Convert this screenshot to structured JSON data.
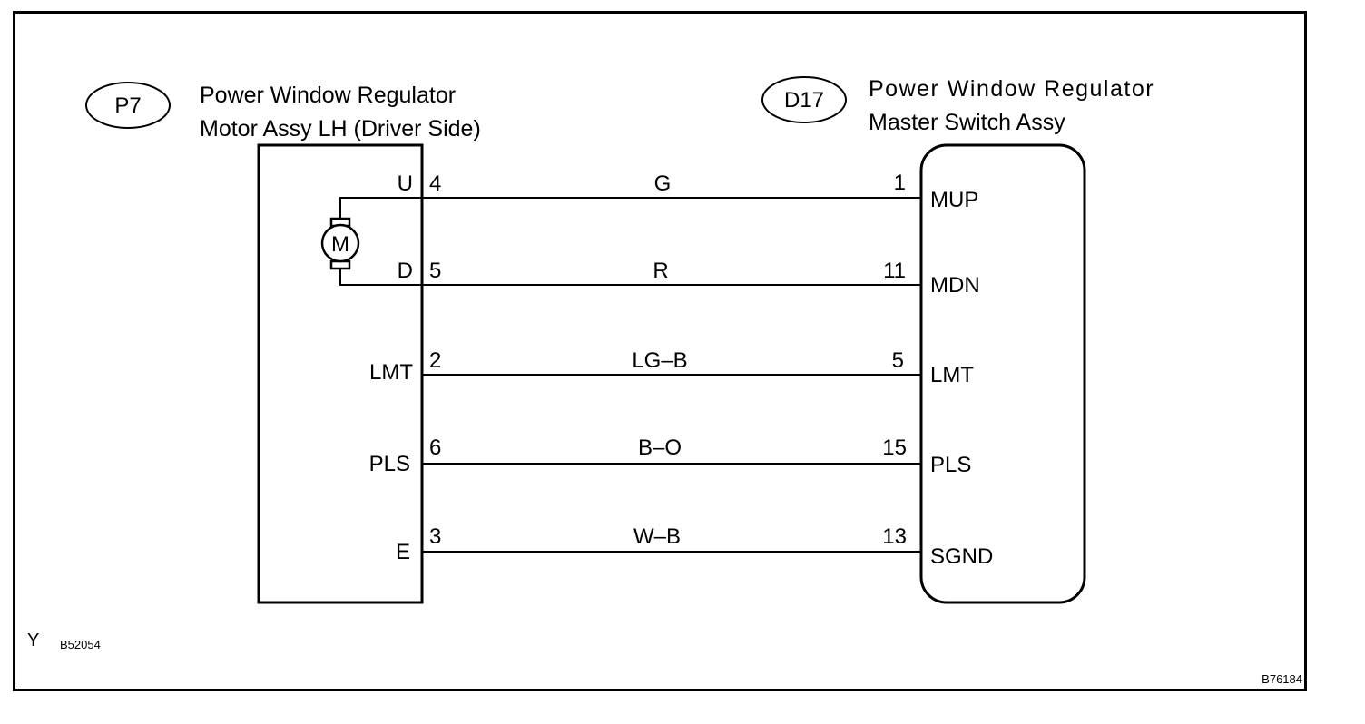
{
  "left_connector": {
    "code": "P7",
    "title_line1": "Power Window Regulator",
    "title_line2": "Motor Assy LH (Driver Side)",
    "motor_symbol": "M"
  },
  "right_connector": {
    "code": "D17",
    "title_line1": "Power Window Regulator",
    "title_line2": "Master Switch Assy"
  },
  "wires": [
    {
      "left_terminal": "U",
      "left_pin": "4",
      "color": "G",
      "right_pin": "1",
      "right_terminal": "MUP"
    },
    {
      "left_terminal": "D",
      "left_pin": "5",
      "color": "R",
      "right_pin": "11",
      "right_terminal": "MDN"
    },
    {
      "left_terminal": "LMT",
      "left_pin": "2",
      "color": "LG–B",
      "right_pin": "5",
      "right_terminal": "LMT"
    },
    {
      "left_terminal": "PLS",
      "left_pin": "6",
      "color": "B–O",
      "right_pin": "15",
      "right_terminal": "PLS"
    },
    {
      "left_terminal": "E",
      "left_pin": "3",
      "color": "W–B",
      "right_pin": "13",
      "right_terminal": "SGND"
    }
  ],
  "footer": {
    "corner_mark": "Y",
    "ref_left": "B52054",
    "ref_right": "B76184"
  }
}
